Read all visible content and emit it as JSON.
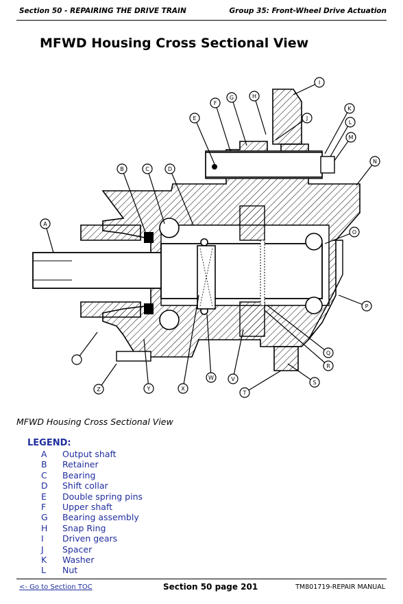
{
  "header": {
    "left": "Section 50 - REPAIRING THE DRIVE TRAIN",
    "right": "Group 35: Front-Wheel Drive Actuation"
  },
  "title": "MFWD Housing Cross Sectional View",
  "figure": {
    "callouts": [
      "A",
      "B",
      "C",
      "D",
      "E",
      "F",
      "G",
      "H",
      "I",
      "J",
      "K",
      "L",
      "M",
      "N",
      "O",
      "P",
      "Q",
      "R",
      "S",
      "T",
      "V",
      "W",
      "X",
      "Y",
      "Z"
    ]
  },
  "caption": "MFWD Housing Cross Sectional View",
  "legend": {
    "title": "LEGEND:",
    "items": [
      {
        "letter": "A",
        "label": "Output shaft"
      },
      {
        "letter": "B",
        "label": "Retainer"
      },
      {
        "letter": "C",
        "label": "Bearing"
      },
      {
        "letter": "D",
        "label": "Shift collar"
      },
      {
        "letter": "E",
        "label": "Double spring pins"
      },
      {
        "letter": "F",
        "label": "Upper shaft"
      },
      {
        "letter": "G",
        "label": "Bearing assembly"
      },
      {
        "letter": "H",
        "label": "Snap Ring"
      },
      {
        "letter": "I",
        "label": "Driven gears"
      },
      {
        "letter": "J",
        "label": "Spacer"
      },
      {
        "letter": "K",
        "label": "Washer"
      },
      {
        "letter": "L",
        "label": "Nut"
      }
    ]
  },
  "footer": {
    "toc_link": "<- Go to Section TOC",
    "page": "Section 50 page 201",
    "manual": "TM801719-REPAIR MANUAL"
  }
}
